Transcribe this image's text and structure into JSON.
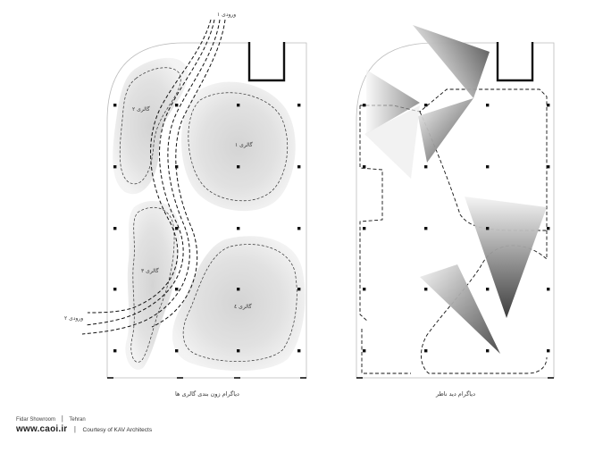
{
  "left_plan": {
    "caption": "دیاگرام زون بندی گالری ها",
    "entry_top_label": "ورودی ۱",
    "entry_bottom_label": "ورودی ۲",
    "galleries": [
      {
        "label": "گالری ۱"
      },
      {
        "label": "گالری ۲"
      },
      {
        "label": "گالری ۳"
      },
      {
        "label": "گالری ٤"
      }
    ]
  },
  "right_plan": {
    "caption": "دیاگرام دید ناظر"
  },
  "footer": {
    "project": "Fidar Showroom",
    "city": "Tehran",
    "website": "www.caoi.ir",
    "credit": "Courtesy of KAV Architects"
  },
  "colors": {
    "line": "#222222",
    "zone_fill": "#e6e6e6",
    "zone_core": "#d4d4d4",
    "cone_dark": "#555555"
  }
}
